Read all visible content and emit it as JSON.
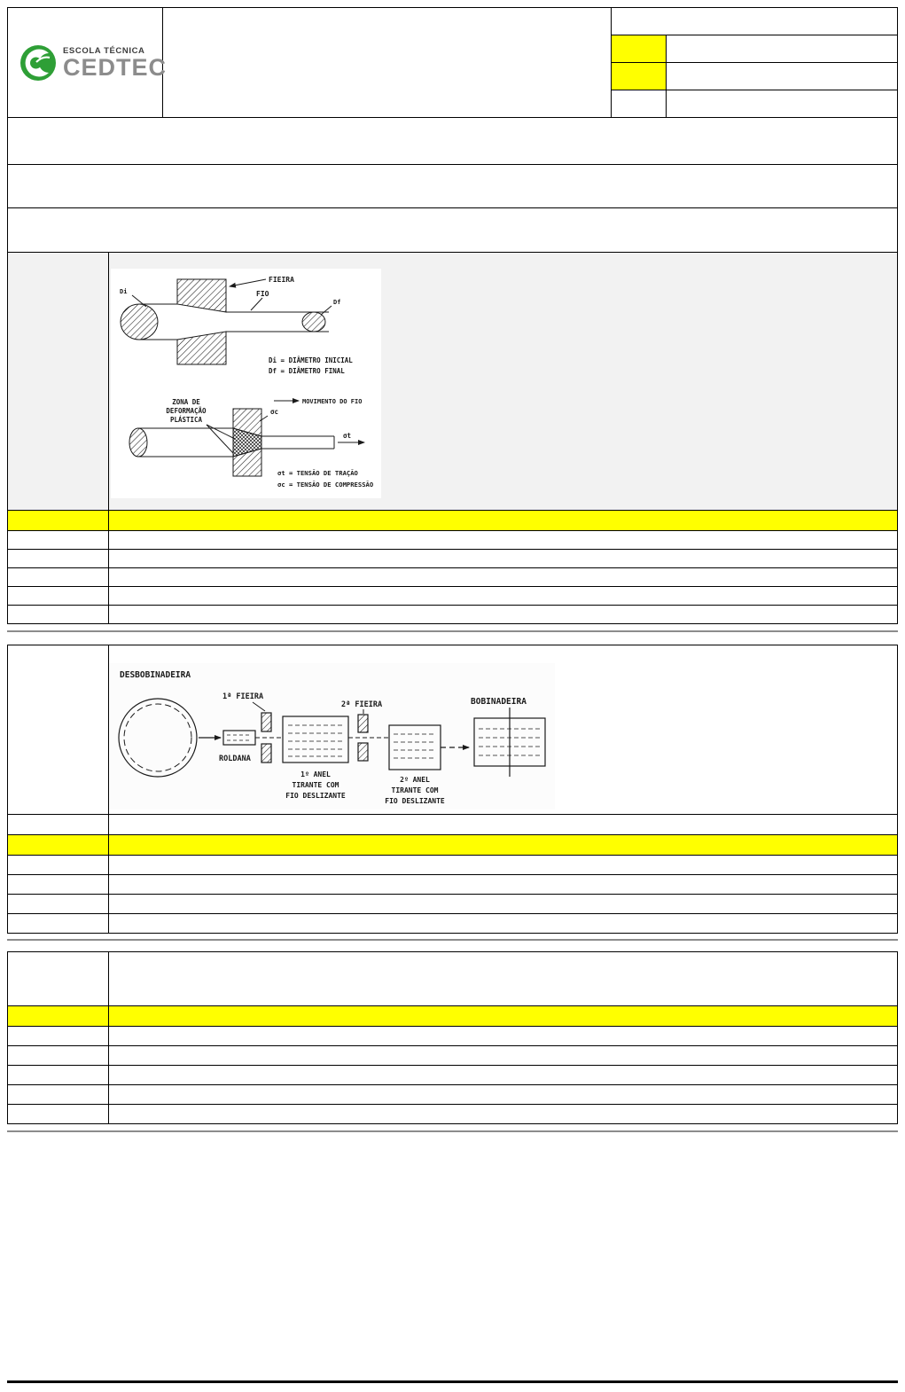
{
  "logo": {
    "school_type": "ESCOLA TÉCNICA",
    "name": "CEDTEC"
  },
  "colors": {
    "highlight_yellow": "#ffff00",
    "logo_green": "#2e9f36",
    "logo_gray": "#8c8c8c"
  },
  "diagram1": {
    "fieira": "FIEIRA",
    "fio": "FIO",
    "di_short": "Di",
    "df_short": "Df",
    "legend_di": "Di = DIÂMETRO INICIAL",
    "legend_df": "Df = DIÂMETRO FINAL",
    "zona_lines": [
      "ZONA DE",
      "DEFORMAÇÃO",
      "PLÁSTICA"
    ],
    "movimento": "MOVIMENTO DO FIO",
    "sigma_c_short": "σc",
    "sigma_t_short": "σt",
    "legend_sigma_t": "σt = TENSÃO DE TRAÇÃO",
    "legend_sigma_c": "σc = TENSÃO DE COMPRESSÃO"
  },
  "diagram2": {
    "desbobinadeira": "DESBOBINADEIRA",
    "roldana": "ROLDANA",
    "fieira1": "1ª FIEIRA",
    "anel1_lines": [
      "1º ANEL",
      "TIRANTE COM",
      "FIO DESLIZANTE"
    ],
    "fieira2": "2ª FIEIRA",
    "anel2_lines": [
      "2º ANEL",
      "TIRANTE COM",
      "FIO DESLIZANTE"
    ],
    "bobinadeira": "BOBINADEIRA"
  }
}
